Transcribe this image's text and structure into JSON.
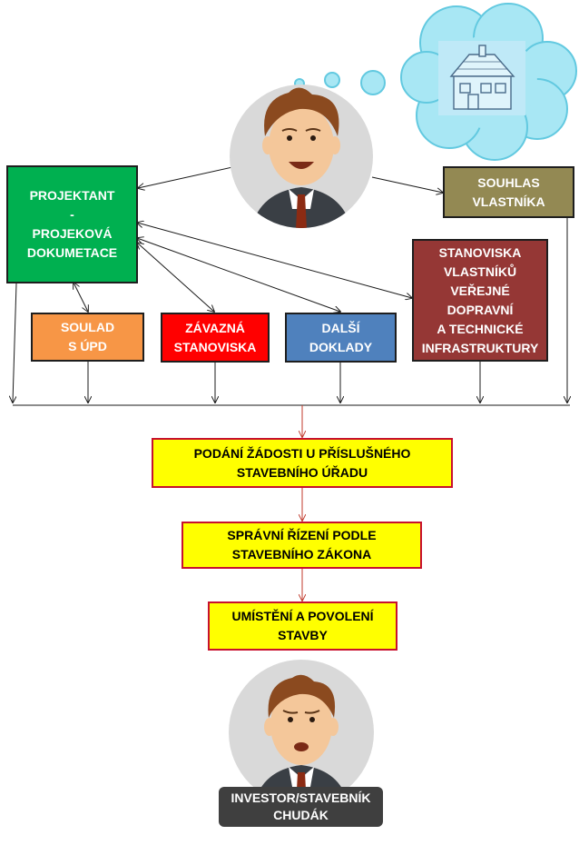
{
  "colors": {
    "projektant": "#00b050",
    "souhlas": "#938953",
    "stanoviska_vlastniku": "#953735",
    "soulad": "#f79646",
    "zavazna": "#ff0000",
    "dalsi": "#4f81bd",
    "process_fill": "#ffff00",
    "process_border": "#c8102e",
    "red_connector": "#c0392b",
    "black_connector": "#1a1a1a",
    "thought_cloud": "#a8e7f4",
    "thought_cloud_stroke": "#62c9e0",
    "house_panel": "#bfe9f7",
    "face_circle": "#d9d9d9",
    "hair": "#8b4a1f",
    "skin": "#f4c79a",
    "suit": "#3a3f45",
    "tie": "#8c2b13",
    "investor_label_bg": "#3f3f3f",
    "text_dark": "#000000",
    "text_light": "#ffffff"
  },
  "icons": {
    "happy_man": "happy-man-icon",
    "sad_man": "sad-man-icon",
    "house": "house-icon",
    "thought_cloud": "thought-cloud-icon"
  },
  "boxes": {
    "projektant": "PROJEKTANT\n-\nPROJEKOVÁ\nDOKUMETACE",
    "souhlas": "SOUHLAS\nVLASTNÍKA",
    "stanoviska_vlastniku": "STANOVISKA\nVLASTNÍKŮ\nVEŘEJNÉ\nDOPRAVNÍ\nA  TECHNICKÉ\nINFRASTRUKTURY",
    "soulad": "SOULAD\nS ÚPD",
    "zavazna": "ZÁVAZNÁ\nSTANOVISKA",
    "dalsi": "DALŠÍ\nDOKLADY"
  },
  "process": [
    "PODÁNÍ ŽÁDOSTI U PŘÍSLUŠNÉHO\nSTAVEBNÍHO ÚŘADU",
    "SPRÁVNÍ ŘÍZENÍ PODLE\nSTAVEBNÍHO ZÁKONA",
    "UMÍSTĚNÍ A POVOLENÍ\nSTAVBY"
  ],
  "investor_label": "INVESTOR/STAVEBNÍK\nCHUDÁK"
}
